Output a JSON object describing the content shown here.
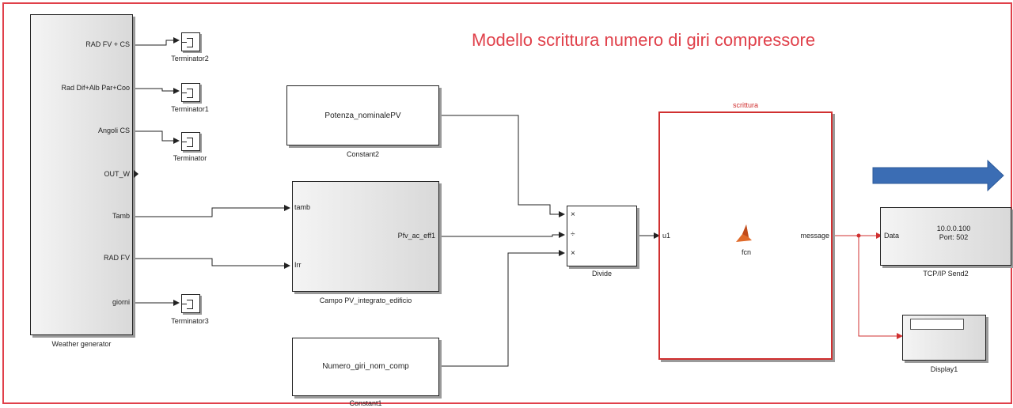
{
  "title": "Modello scrittura numero di giri compressore",
  "weather": {
    "caption": "Weather generator",
    "ports": [
      "RAD FV + CS",
      "Rad Dif+Alb Par+Coo",
      "Angoli CS",
      "OUT_W",
      "Tamb",
      "RAD FV",
      "giorni"
    ]
  },
  "terminators": [
    "Terminator2",
    "Terminator1",
    "Terminator",
    "Terminator3"
  ],
  "constant2": {
    "value": "Potenza_nominalePV",
    "caption": "Constant2"
  },
  "pv_field": {
    "caption": "Campo PV_integrato_edificio",
    "in1": "tamb",
    "in2": "Irr",
    "out": "Pfv_ac_eff1"
  },
  "constant1": {
    "value": "Numero_giri_nom_comp",
    "caption": "Constant1"
  },
  "divide": {
    "caption": "Divide",
    "in1": "×",
    "in2": "÷",
    "in3": "×"
  },
  "scrittura": {
    "title": "scrittura",
    "in": "u1",
    "fcn": "fcn",
    "out": "message"
  },
  "tcp": {
    "caption": "TCP/IP Send2",
    "in": "Data",
    "address": "10.0.0.100",
    "port": "Port: 502"
  },
  "display": {
    "caption": "Display1"
  },
  "colors": {
    "border": "#e0404a",
    "arrow": "#3b6db4",
    "signal": "#222222",
    "red_signal": "#d03030"
  }
}
